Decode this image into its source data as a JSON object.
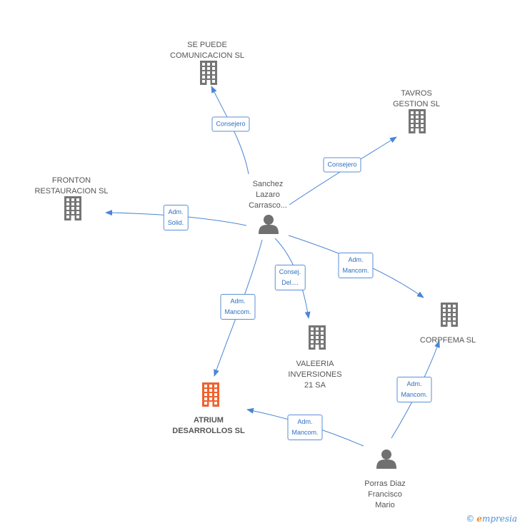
{
  "nodes": [
    {
      "id": "se-puede",
      "type": "company",
      "label": "SE PUEDE\nCOMUNICACION SL"
    },
    {
      "id": "tavros",
      "type": "company",
      "label": "TAVROS\nGESTION  SL"
    },
    {
      "id": "fronton",
      "type": "company",
      "label": "FRONTON\nRESTAURACION SL"
    },
    {
      "id": "sanchez",
      "type": "person",
      "label": "Sanchez\nLazaro\nCarrasco..."
    },
    {
      "id": "corpfema",
      "type": "company",
      "label": "CORPFEMA SL"
    },
    {
      "id": "valeeria",
      "type": "company",
      "label": "VALEERIA\nINVERSIONES\n21 SA"
    },
    {
      "id": "atrium",
      "type": "company-main",
      "label": "ATRIUM\nDESARROLLOS SL"
    },
    {
      "id": "porras",
      "type": "person",
      "label": "Porras Diaz\nFrancisco\nMario"
    }
  ],
  "edges": [
    {
      "id": "e1",
      "from": "sanchez",
      "to": "se-puede",
      "label": "Consejero"
    },
    {
      "id": "e2",
      "from": "sanchez",
      "to": "tavros",
      "label": "Consejero"
    },
    {
      "id": "e3",
      "from": "sanchez",
      "to": "fronton",
      "label": "Adm.\nSolid."
    },
    {
      "id": "e4",
      "from": "sanchez",
      "to": "corpfema",
      "label": "Adm.\nMancom."
    },
    {
      "id": "e5",
      "from": "sanchez",
      "to": "valeeria",
      "label": "Consej.\nDel...."
    },
    {
      "id": "e6",
      "from": "sanchez",
      "to": "atrium",
      "label": "Adm.\nMancom."
    },
    {
      "id": "e7",
      "from": "porras",
      "to": "atrium",
      "label": "Adm.\nMancom."
    },
    {
      "id": "e8",
      "from": "porras",
      "to": "corpfema",
      "label": "Adm.\nMancom."
    }
  ],
  "colors": {
    "edge": "#4a86d6",
    "company": "#757575",
    "main": "#f0612e",
    "person": "#707070"
  },
  "footer": {
    "copyright": "©",
    "brand_first": "e",
    "brand_rest": "mpresia"
  }
}
